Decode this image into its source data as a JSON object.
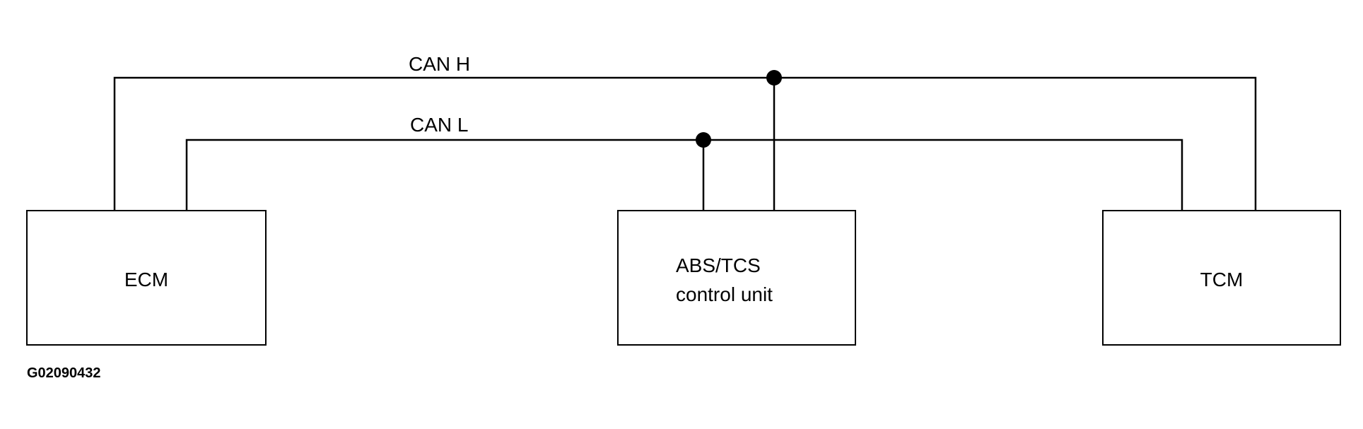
{
  "bus": {
    "high_label": "CAN H",
    "low_label": "CAN L"
  },
  "modules": {
    "ecm": "ECM",
    "abs_line1": "ABS/TCS",
    "abs_line2": "control unit",
    "tcm": "TCM"
  },
  "figure_id": "G02090432"
}
